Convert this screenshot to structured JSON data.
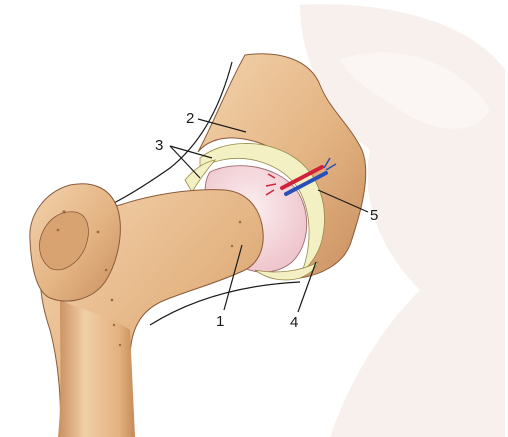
{
  "diagram": {
    "labels": {
      "l1": "1",
      "l2": "2",
      "l3": "3",
      "l4": "4",
      "l5": "5"
    },
    "colors": {
      "bone": "#e9bf92",
      "bone_shade": "#c98f5f",
      "bone_light": "#f6dcbf",
      "pelvis_bg": "#f6efec",
      "cartilage": "#f4f1c8",
      "femoral_head": "#f6dfe3",
      "capsule_line": "#5a3a2a",
      "artery": "#d2223a",
      "vein": "#2a4fb8"
    }
  }
}
